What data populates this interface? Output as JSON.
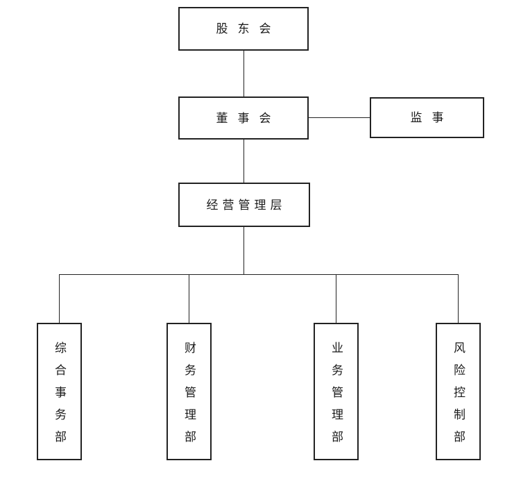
{
  "diagram": {
    "type": "org-chart",
    "nodes": {
      "shareholders": {
        "label": "股东会"
      },
      "board": {
        "label": "董事会"
      },
      "supervisor": {
        "label": "监事"
      },
      "management": {
        "label": "经营管理层"
      },
      "departments": [
        {
          "label": "综合事务部"
        },
        {
          "label": "财务管理部"
        },
        {
          "label": "业务管理部"
        },
        {
          "label": "风险控制部"
        }
      ]
    },
    "edges": [
      {
        "from": "shareholders",
        "to": "board"
      },
      {
        "from": "board",
        "to": "supervisor"
      },
      {
        "from": "board",
        "to": "management"
      },
      {
        "from": "management",
        "to": "综合事务部"
      },
      {
        "from": "management",
        "to": "财务管理部"
      },
      {
        "from": "management",
        "to": "业务管理部"
      },
      {
        "from": "management",
        "to": "风险控制部"
      }
    ],
    "colors": {
      "background": "#ffffff",
      "border": "#222222",
      "line": "#222222",
      "text": "#1a1a1a"
    }
  }
}
